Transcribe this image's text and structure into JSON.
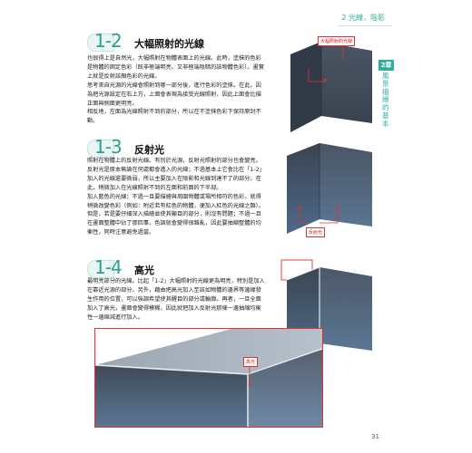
{
  "header": {
    "chapter": "2 光線．陰影"
  },
  "side_tab": {
    "number": "2章",
    "text": "風景描繪的基本"
  },
  "sections": [
    {
      "number": "1-2",
      "title": "大幅照射的光線",
      "paragraphs": [
        "也很得上是自然光，大幅照射在物體表面上的光線。此時，塗抹的色彩是物體的固定色彩（既非極端明亮、又非極端陰暗的該物體色彩）。畫實上就是反射該顏色彩的光線。",
        "思考來自光源的光線會照射到哪一部分後，進行色彩的塗抹。在此，因為把光源設定在右上方，上面會表現為接受光線照射，因此上面會比描正面與側面更明亮。",
        "相反地，左面為光線照射不到的部分，所以在不塗抹色彩下保持原封不動。"
      ],
      "callout": "大幅照射的光線"
    },
    {
      "number": "1-3",
      "title": "反射光",
      "paragraphs": [
        "照射在物體上的反射光線。有別於光源，反射光照射的部分也會變亮。",
        "反射光是原本無論在何處都會進入的光線；不過基本上它會比在「1-2」加入的光線還要微弱，所以主要加入在陰影和光線到達不了的部分。在此，稍微加入在光線照射不到的左面和前面的下半部。",
        "加入藍色的光線；不過一旦要描繪與周圍物體或場所相符的色彩，就得稍微改變色彩（例如：附近若有紅色的物體，便加入紅色的光線之類）。但是，若是要仔細深入描繪並使其顯目的部分，則沒有問題；不過一旦在畫面整體中佔了那回事，色調就會變得很雜亂，因此要抽縮整體的均衡性，同時注意避免過當。"
      ],
      "callout": "反射光"
    },
    {
      "number": "1-4",
      "title": "高光",
      "paragraphs": [
        "最明亮部分的光線。比起「1-2」大幅照射的光線更為明亮，特別是加入在靠近光源的部分。另外，藉由把高光加入至該如物體的邊界等邊緣發生作用的位置，可以強調希望使其醒目的部分或輪廓。再者，一旦全面加入了高光，畫面會變得模糊，因此就把加入反射光那樣一邊抽縮均衡性一邊縮減進行加入。"
      ],
      "callout": "高光"
    }
  ],
  "page_number": "31",
  "colors": {
    "accent": "#2fae9b",
    "callout_red": "#e53030",
    "cube_top": "#b9c4ce",
    "cube_front": "#3f4a58",
    "cube_side": "#5a6878"
  }
}
